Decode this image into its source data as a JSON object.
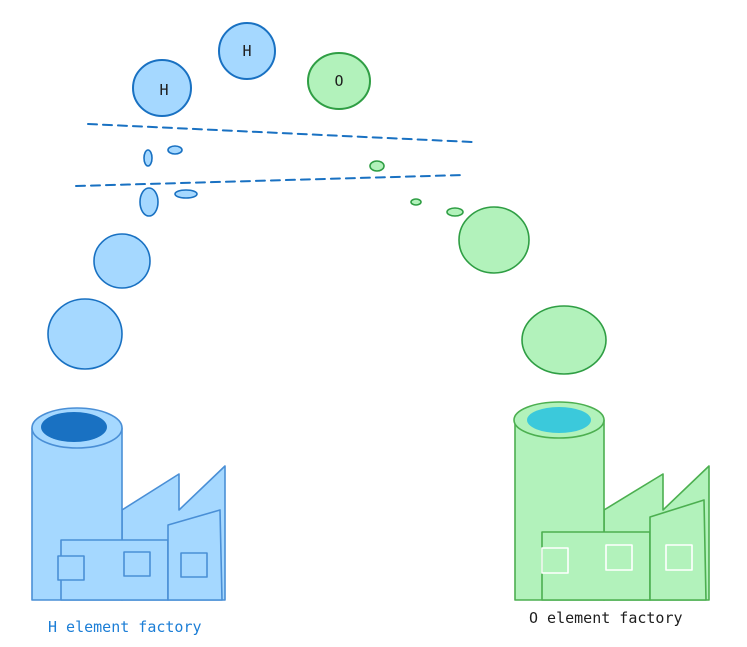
{
  "diagram": {
    "h_factory": {
      "label": "H element factory",
      "body_color": "#a5d8ff",
      "stroke_color": "#4a8fd6",
      "chimney_top_color": "#1971c2",
      "label_color": "#1c7ed6"
    },
    "o_factory": {
      "label": "O element factory",
      "body_color": "#b2f2bb",
      "stroke_color": "#4caf50",
      "chimney_top_color": "#3bc9db",
      "label_color": "#1e1e1e"
    },
    "atoms": {
      "h_left": "H",
      "h_right": "H",
      "o": "O"
    },
    "colors": {
      "h_atom_fill": "#a5d8ff",
      "h_atom_stroke": "#1971c2",
      "o_atom_fill": "#b2f2bb",
      "o_atom_stroke": "#2f9e44",
      "dashed_line": "#1971c2",
      "atom_text": "#1e1e1e"
    }
  }
}
